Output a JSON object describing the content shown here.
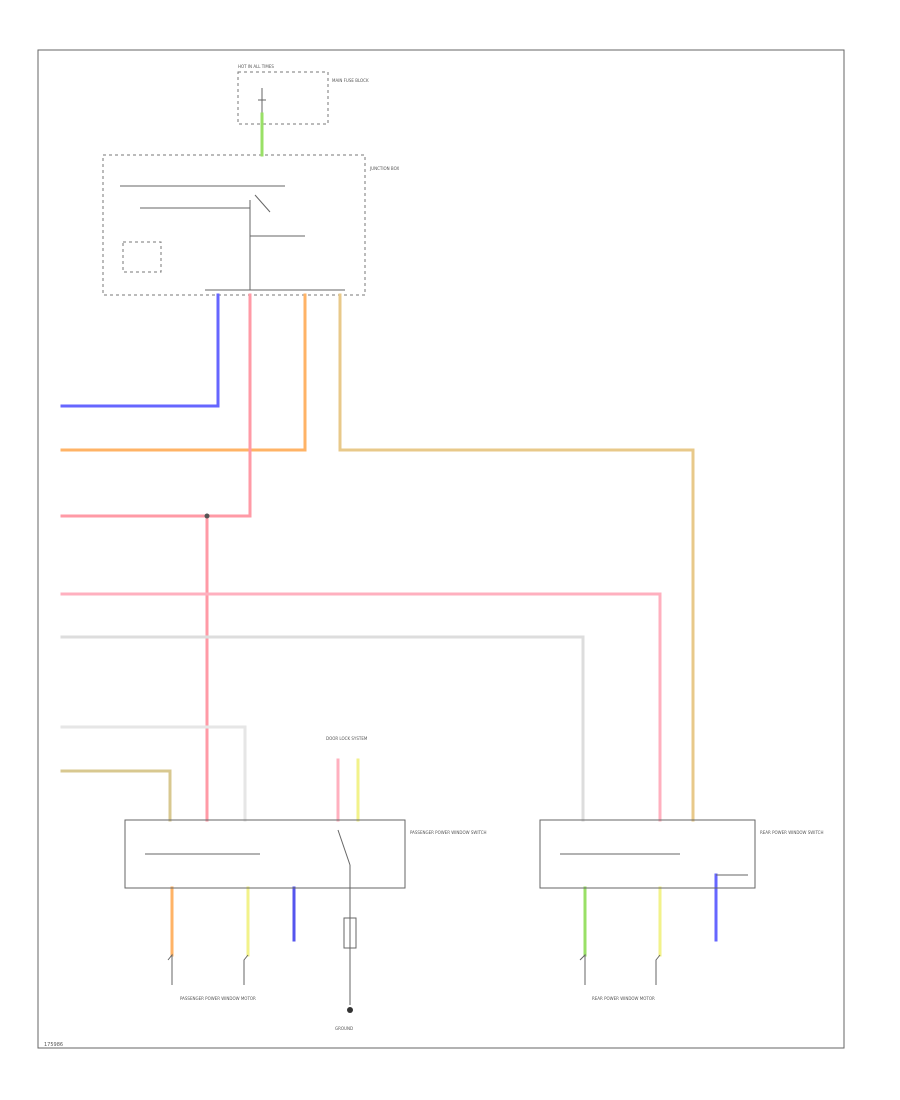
{
  "diagram": {
    "footer_id": "175986",
    "wire_colors": {
      "blue": "#6666ff",
      "orange": "#ffb366",
      "pink": "#ff9aa6",
      "light_pink": "#ffb0bf",
      "tan": "#e8c98a",
      "green": "#99e066",
      "yellow": "#f2f28a",
      "gray": "#dddddd",
      "olive": "#d8c890",
      "violet": "#5555ee"
    },
    "illegible_labels": {
      "fuse_header": "HOT IN ALL TIMES",
      "fuse_desc": "MAIN FUSE BLOCK",
      "jb_desc": "JUNCTION BOX",
      "pass_switch": "PASSENGER POWER WINDOW SWITCH",
      "pass_motor": "PASSENGER POWER WINDOW MOTOR",
      "ground": "GROUND",
      "rear_switch": "REAR POWER WINDOW SWITCH",
      "rear_motor": "REAR POWER WINDOW MOTOR",
      "door_lock": "DOOR LOCK SYSTEM"
    }
  }
}
